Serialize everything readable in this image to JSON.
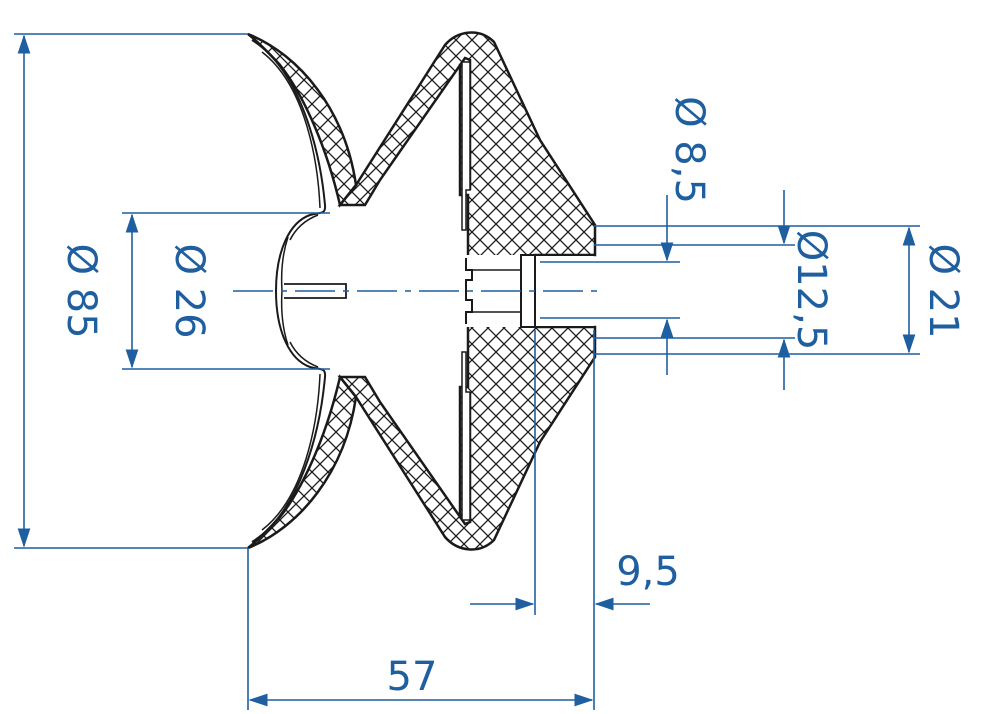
{
  "colors": {
    "dimension": "#1f5fa0",
    "outline": "#1a1a1a",
    "hatch": "#1a1a1a",
    "background": "#ffffff"
  },
  "dimensions": {
    "outer_diameter": "Ø 85",
    "inner_cup_diameter": "Ø 26",
    "bore_small": "Ø 8,5",
    "bore_medium": "Ø12,5",
    "flange_diameter": "Ø 21",
    "offset_length": "9,5",
    "total_length": "57"
  }
}
